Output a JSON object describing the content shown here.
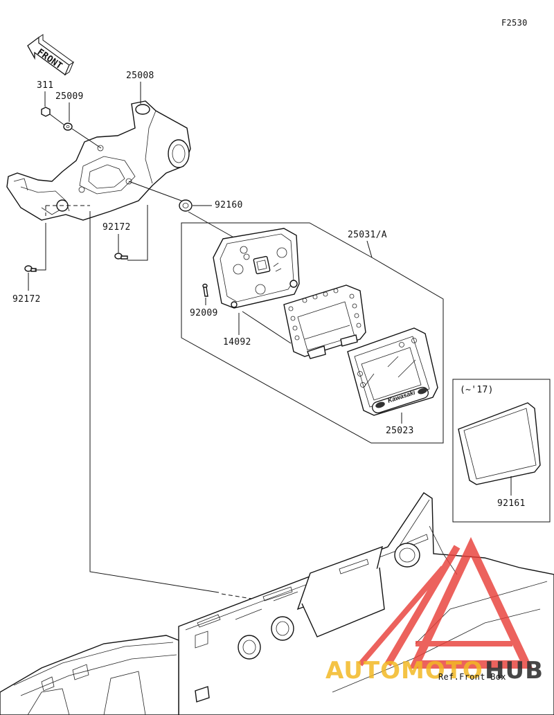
{
  "diagram_code": "F2530",
  "front_label": "FRONT",
  "parts": {
    "p311": "311",
    "p25009": "25009",
    "p25008": "25008",
    "p92160": "92160",
    "p92172_a": "92172",
    "p92172_b": "92172",
    "p25031": "25031/A",
    "p92009": "92009",
    "p14092": "14092",
    "p25023": "25023",
    "p92161": "92161"
  },
  "inset_note": "(~'17)",
  "meter_brand": "Kawasaki",
  "ref_note": "Ref.Front Box",
  "watermark": {
    "part1": "AUTOMOTO",
    "part2": "HUB",
    "color_red": "#e8403a",
    "color_yellow": "#f2b824",
    "color_dark": "#333333"
  }
}
